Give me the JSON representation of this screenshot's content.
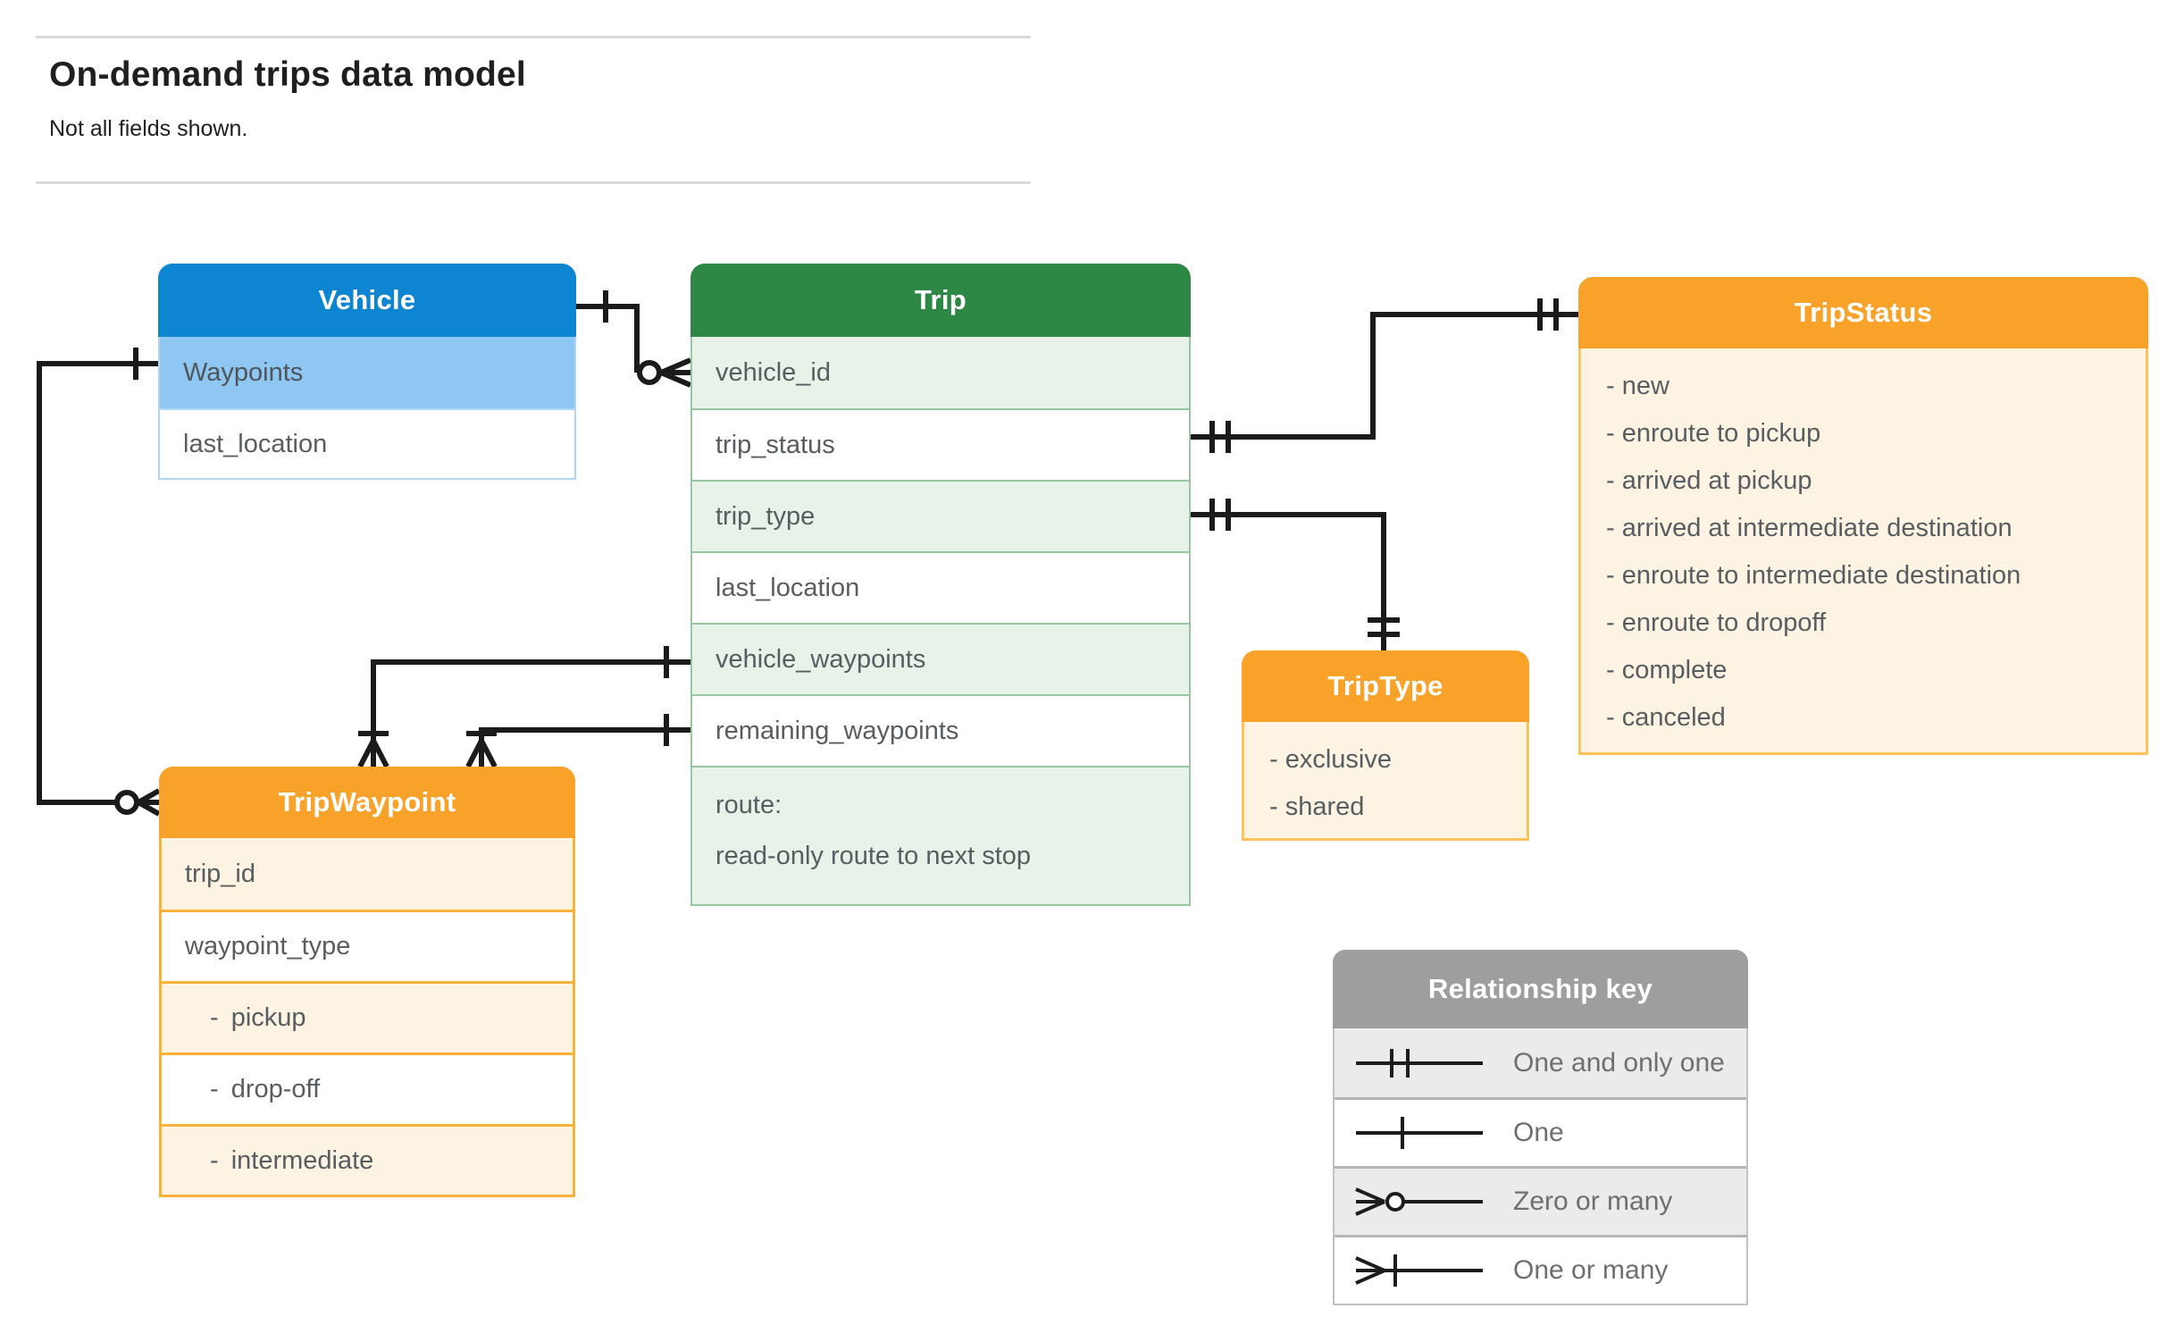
{
  "page": {
    "title": "On-demand trips data model",
    "subtitle": "Not all fields shown."
  },
  "entities": {
    "vehicle": {
      "title": "Vehicle",
      "fields": [
        "Waypoints",
        "last_location"
      ]
    },
    "trip": {
      "title": "Trip",
      "fields": [
        "vehicle_id",
        "trip_status",
        "trip_type",
        "last_location",
        "vehicle_waypoints",
        "remaining_waypoints"
      ],
      "route": [
        "route:",
        "read-only route to next stop"
      ]
    },
    "trip_status": {
      "title": "TripStatus",
      "values": [
        "- new",
        "- enroute to pickup",
        "- arrived at pickup",
        "- arrived at intermediate destination",
        "- enroute to intermediate destination",
        "- enroute to dropoff",
        "- complete",
        "- canceled"
      ]
    },
    "trip_waypoint": {
      "title": "TripWaypoint",
      "fields": [
        "trip_id",
        "waypoint_type"
      ],
      "values": [
        "- pickup",
        "- drop-off",
        "- intermediate"
      ]
    },
    "trip_type": {
      "title": "TripType",
      "values": [
        "- exclusive",
        "- shared"
      ]
    }
  },
  "legend": {
    "title": "Relationship key",
    "items": [
      {
        "symbol": "one-and-only-one",
        "label": "One and only one"
      },
      {
        "symbol": "one",
        "label": "One"
      },
      {
        "symbol": "zero-or-many",
        "label": "Zero or many"
      },
      {
        "symbol": "one-or-many",
        "label": "One or many"
      }
    ]
  },
  "relationships": [
    {
      "from": "Vehicle",
      "to": "Trip.vehicle_id",
      "from_cardinality": "one",
      "to_cardinality": "zero-or-many"
    },
    {
      "from": "Vehicle.Waypoints",
      "to": "TripWaypoint",
      "from_cardinality": "one",
      "to_cardinality": "zero-or-many"
    },
    {
      "from": "Trip.trip_status",
      "to": "TripStatus",
      "from_cardinality": "one-and-only-one",
      "to_cardinality": "one-and-only-one"
    },
    {
      "from": "Trip.trip_type",
      "to": "TripType",
      "from_cardinality": "one-and-only-one",
      "to_cardinality": "one-and-only-one"
    },
    {
      "from": "Trip.vehicle_waypoints",
      "to": "TripWaypoint",
      "from_cardinality": "one",
      "to_cardinality": "one-or-many"
    },
    {
      "from": "Trip.remaining_waypoints",
      "to": "TripWaypoint",
      "from_cardinality": "one",
      "to_cardinality": "one-or-many"
    }
  ],
  "colors": {
    "blue": "#0d85d1",
    "blue_light": "#8ec7f1",
    "blue_border": "#aed6f6",
    "green": "#2e8845",
    "green_light": "#e7f2e8",
    "green_border": "#96c8a0",
    "orange": "#f9a22a",
    "cream": "#fdf3e2",
    "orange_border_strong": "#f8b23a",
    "orange_border_soft": "#fcc45a",
    "gray": "#9e9e9e",
    "gray_light": "#ebebeb",
    "legend_border": "#c2c2c2",
    "line": "#1b1b1b",
    "text": "#585d61"
  }
}
